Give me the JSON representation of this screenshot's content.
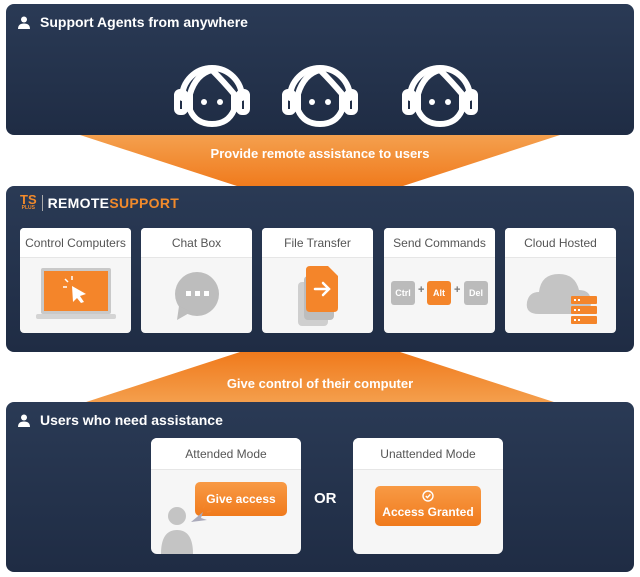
{
  "top_panel": {
    "title": "Support Agents from anywhere",
    "agent_count": 3
  },
  "arrow_top": {
    "label": "Provide remote assistance to users"
  },
  "middle_panel": {
    "logo": {
      "ts": "TS",
      "plus": "PLUS",
      "remote": "REMOTE",
      "support": "SUPPORT"
    },
    "features": [
      {
        "label": "Control Computers",
        "icon": "laptop-cursor-icon"
      },
      {
        "label": "Chat Box",
        "icon": "chat-bubble-icon"
      },
      {
        "label": "File Transfer",
        "icon": "file-transfer-icon"
      },
      {
        "label": "Send Commands",
        "icon": "keyboard-keys-icon",
        "keys": [
          "Ctrl",
          "+",
          "Alt",
          "+",
          "Del"
        ]
      },
      {
        "label": "Cloud Hosted",
        "icon": "cloud-server-icon"
      }
    ]
  },
  "arrow_bottom": {
    "label": "Give control of their computer"
  },
  "bottom_panel": {
    "title": "Users who need assistance",
    "attended": {
      "title": "Attended Mode",
      "button": "Give access"
    },
    "or": "OR",
    "unattended": {
      "title": "Unattended Mode",
      "button": "Access Granted"
    }
  },
  "colors": {
    "panel": "#24334d",
    "accent": "#f5852a"
  }
}
